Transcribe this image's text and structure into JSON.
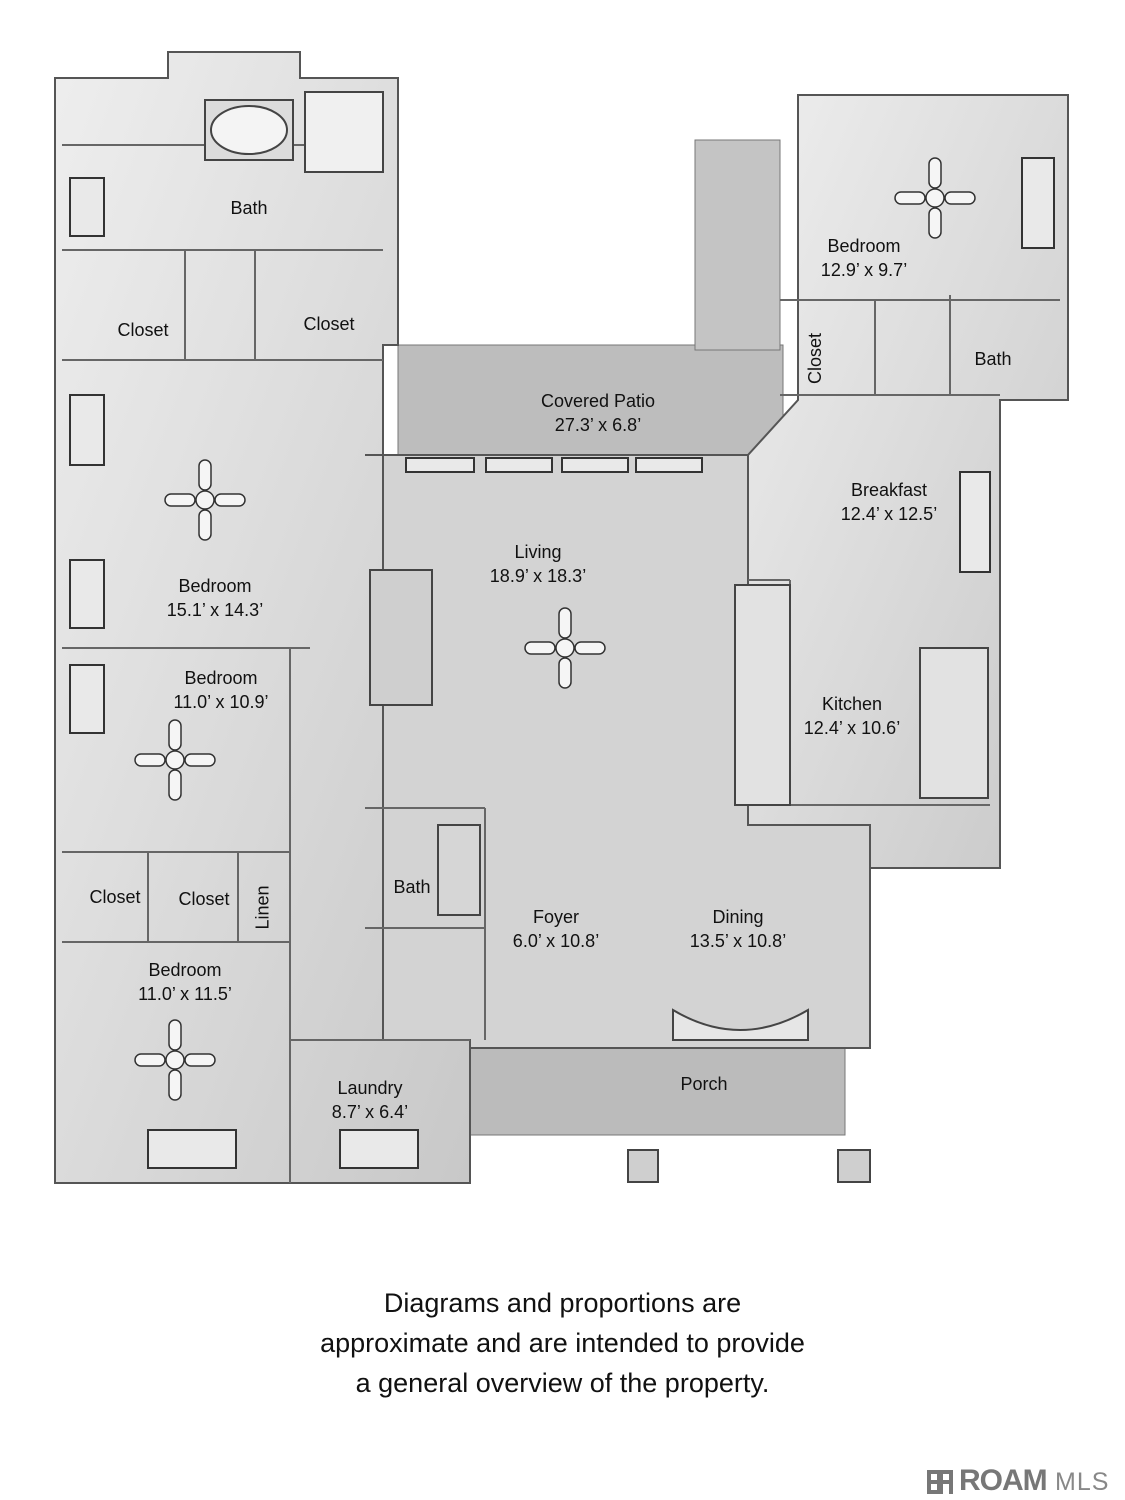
{
  "rooms": {
    "master_bath": {
      "name": "Bath"
    },
    "closet_a": {
      "name": "Closet"
    },
    "closet_b": {
      "name": "Closet"
    },
    "master_bedroom": {
      "name": "Bedroom",
      "dims": "15.1’ x 14.3’"
    },
    "covered_patio": {
      "name": "Covered Patio",
      "dims": "27.3’ x 6.8’"
    },
    "living": {
      "name": "Living",
      "dims": "18.9’ x 18.3’"
    },
    "bedroom_ne": {
      "name": "Bedroom",
      "dims": "12.9’ x 9.7’"
    },
    "closet_ne": {
      "name": "Closet"
    },
    "bath_ne": {
      "name": "Bath"
    },
    "breakfast": {
      "name": "Breakfast",
      "dims": "12.4’ x 12.5’"
    },
    "kitchen": {
      "name": "Kitchen",
      "dims": "12.4’ x 10.6’"
    },
    "bedroom_mid": {
      "name": "Bedroom",
      "dims": "11.0’ x 10.9’"
    },
    "closet_c": {
      "name": "Closet"
    },
    "closet_d": {
      "name": "Closet"
    },
    "linen": {
      "name": "Linen"
    },
    "hall_bath": {
      "name": "Bath"
    },
    "foyer": {
      "name": "Foyer",
      "dims": "6.0’ x 10.8’"
    },
    "dining": {
      "name": "Dining",
      "dims": "13.5’ x 10.8’"
    },
    "bedroom_sw": {
      "name": "Bedroom",
      "dims": "11.0’ x 11.5’"
    },
    "laundry": {
      "name": "Laundry",
      "dims": "8.7’ x 6.4’"
    },
    "porch": {
      "name": "Porch"
    }
  },
  "disclaimer": {
    "line1": "Diagrams and proportions are",
    "line2": "approximate and are intended to provide",
    "line3": "a general overview of the property."
  },
  "logo": {
    "wordmark": "ROAM",
    "suffix": "MLS"
  }
}
